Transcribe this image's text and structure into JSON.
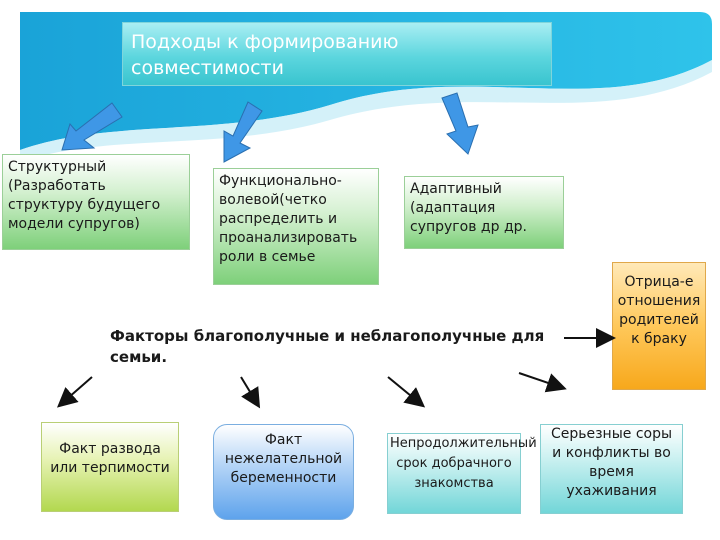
{
  "title": "Подходы к формированию совместимости",
  "approaches": [
    {
      "text": "Структурный (Разработать структуру будущего модели супругов)"
    },
    {
      "text": "Функционально-волевой(четко распределить и проанализировать роли в семье"
    },
    {
      "text": "Адаптивный (адаптация супругов др др."
    }
  ],
  "factors_heading": "Факторы благополучные и неблагополучные для семьи.",
  "negative_attitude": "Отрица-е отношения родителей к браку",
  "factors": [
    {
      "text": "Факт развода или терпимости"
    },
    {
      "text": "Факт нежелательной беременности"
    },
    {
      "text": "Непродолжительный срок добрачного знакомства"
    },
    {
      "text": "Серьезные соры и конфликты во время ухаживания"
    }
  ],
  "colors": {
    "title_fill": "#46c9d3",
    "approach_fill": "#7ed07a",
    "arrow_blue": "#3f97e6",
    "orange": "#f7a81c",
    "lime": "#b3d84f",
    "blue_box": "#5ea3ec",
    "teal_box": "#72d6d8"
  }
}
